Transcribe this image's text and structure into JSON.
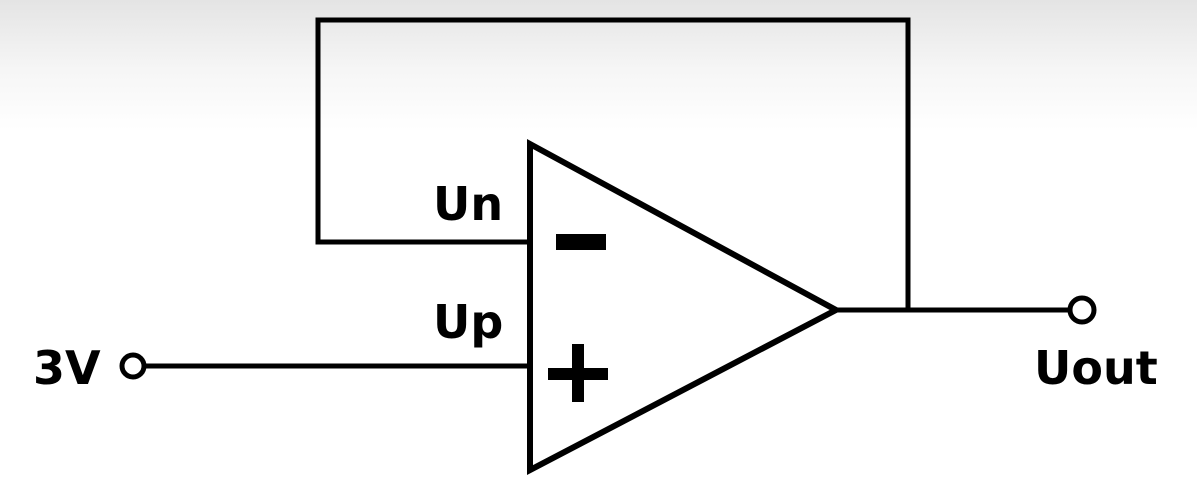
{
  "diagram": {
    "labels": {
      "inverting_input": "Un",
      "non_inverting_input": "Up",
      "input_voltage": "3V",
      "output": "Uout"
    }
  }
}
